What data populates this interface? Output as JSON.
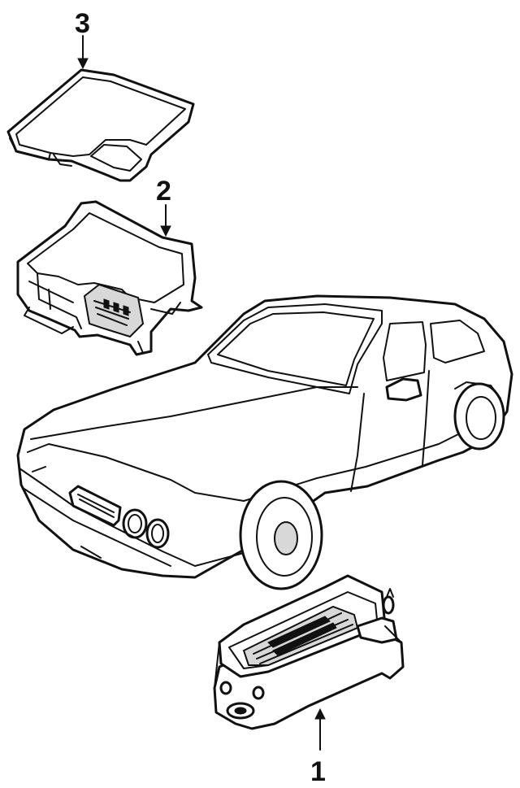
{
  "diagram": {
    "callouts": [
      {
        "number": "1",
        "part": "control-module"
      },
      {
        "number": "2",
        "part": "module-bracket"
      },
      {
        "number": "3",
        "part": "module-cover"
      }
    ],
    "colors": {
      "ink": "#111111",
      "paper": "#ffffff"
    }
  }
}
